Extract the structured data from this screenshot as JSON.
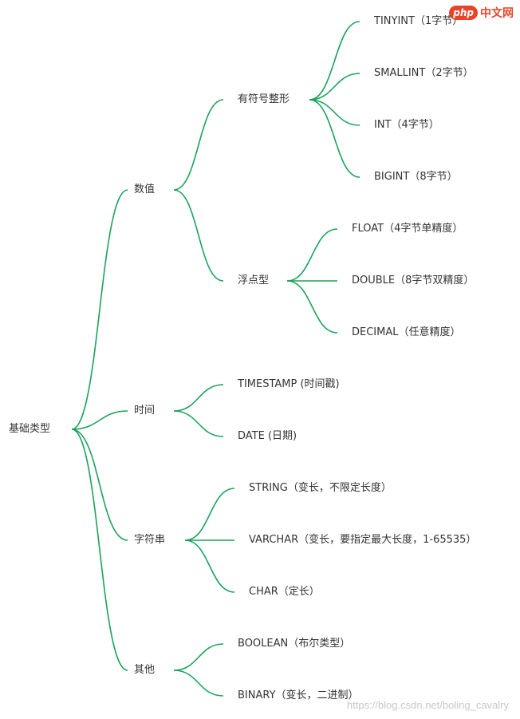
{
  "root": {
    "label": "基础类型"
  },
  "categories": {
    "numeric": {
      "label": "数值",
      "integer": {
        "label": "有符号整形",
        "items": [
          "TINYINT（1字节）",
          "SMALLINT（2字节）",
          "INT（4字节）",
          "BIGINT（8字节）"
        ]
      },
      "float": {
        "label": "浮点型",
        "items": [
          "FLOAT（4字节单精度）",
          "DOUBLE（8字节双精度）",
          "DECIMAL（任意精度）"
        ]
      }
    },
    "time": {
      "label": "时间",
      "items": [
        "TIMESTAMP (时间戳)",
        "DATE (日期)"
      ]
    },
    "string": {
      "label": "字符串",
      "items": [
        "STRING（变长，不限定长度）",
        "VARCHAR（变长，要指定最大长度，1-65535）",
        "CHAR（定长）"
      ]
    },
    "other": {
      "label": "其他",
      "items": [
        "BOOLEAN（布尔类型）",
        "BINARY（变长，二进制）"
      ]
    }
  },
  "watermark": {
    "logo": "php",
    "text": "中文网"
  },
  "footer": "https://blog.csdn.net/boling_cavalry",
  "colors": {
    "edge": "#1aa35a",
    "text": "#333333",
    "watermark": "#e8442a"
  }
}
